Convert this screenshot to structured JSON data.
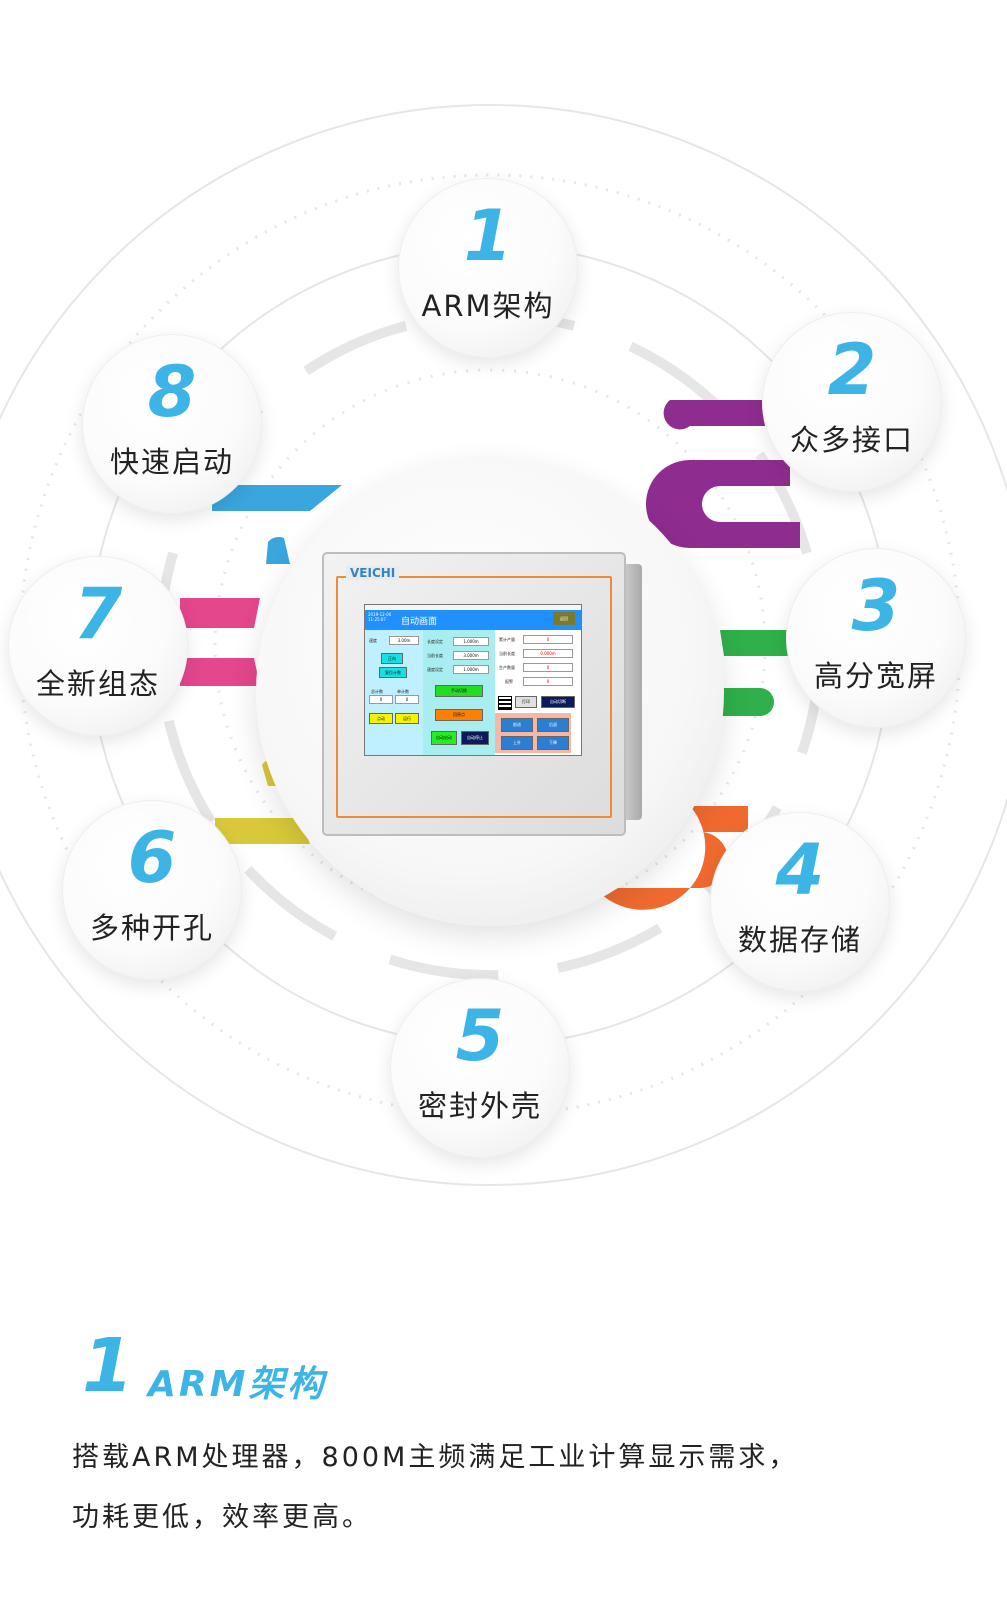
{
  "features": [
    {
      "num": "1",
      "label": "ARM架构"
    },
    {
      "num": "2",
      "label": "众多接口"
    },
    {
      "num": "3",
      "label": "高分宽屏"
    },
    {
      "num": "4",
      "label": "数据存储"
    },
    {
      "num": "5",
      "label": "密封外壳"
    },
    {
      "num": "6",
      "label": "多种开孔"
    },
    {
      "num": "7",
      "label": "全新组态"
    },
    {
      "num": "8",
      "label": "快速启动"
    }
  ],
  "colors": {
    "accent": "#3db4e6",
    "purple": "#8e2d8f",
    "green": "#2fb04a",
    "orange": "#f06a30",
    "yellow": "#d9c93a",
    "pink": "#e4478c",
    "blue": "#3aa6de"
  },
  "device": {
    "brand": "VEICHI",
    "screen_title": "自动画面",
    "date_line1": "2019-12-06",
    "date_line2": "11:25:07",
    "top_button": "返回",
    "left": {
      "speed_label": "速度",
      "speed_value": "3.00m",
      "btn_forward": "正向",
      "btn_reset": "复位计数",
      "total_label": "总计数",
      "single_label": "单计数",
      "total_value": "0",
      "single_value": "0",
      "btn_jog": "点动",
      "btn_run": "运行"
    },
    "middle": {
      "row1_label": "长度设定",
      "row1_value": "1.000m",
      "row2_label": "当前长度",
      "row2_value": "3.000m",
      "row3_label": "速度设定",
      "row3_value": "1.000m",
      "btn_green": "手动切换",
      "btn_orange": "回原点",
      "btn_start": "自动启动",
      "btn_stop": "自动停止"
    },
    "right": {
      "row1_label": "累计产量",
      "row1_value": "0",
      "row2_label": "当前长度",
      "row2_value": "0.000m",
      "row3_label": "生产数量",
      "row3_value": "0",
      "row4_label": "报警",
      "row4_value": "0",
      "btn_print": "打印",
      "btn_cut": "自动切断",
      "grid": [
        "前进",
        "后退",
        "上升",
        "下降"
      ]
    }
  },
  "section": {
    "num": "1",
    "title": "ARM架构",
    "line1": "搭载ARM处理器，800M主频满足工业计算显示需求，",
    "line2": "功耗更低，效率更高。"
  }
}
